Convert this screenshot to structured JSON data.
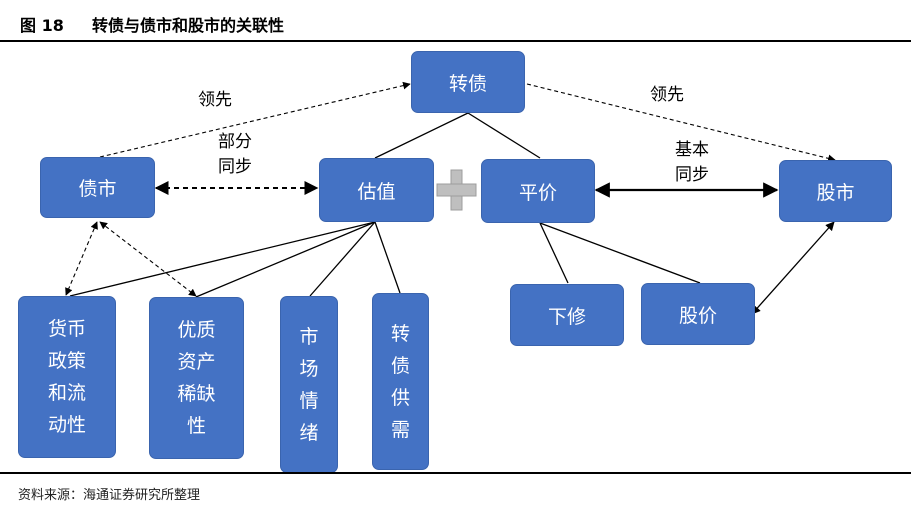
{
  "figure": {
    "number": "图 18",
    "title": "转债与债市和股市的关联性",
    "source": "资料来源：海通证券研究所整理"
  },
  "nodes": {
    "convertible_bond": "转债",
    "bond_market": "债市",
    "valuation": "估值",
    "parity": "平价",
    "stock_market": "股市",
    "down_revision": "下修",
    "stock_price": "股价",
    "monetary_policy": "货币\n政策\n和流\n动性",
    "quality_asset_scarcity": "优质\n资产\n稀缺\n性",
    "market_sentiment": "市\n场\n情\n绪",
    "cb_supply_demand": "转\n债\n供\n需"
  },
  "labels": {
    "lead_left": "领先",
    "lead_right": "领先",
    "partial_sync": "部分\n同步",
    "basic_sync": "基本\n同步",
    "plus_sign": "+"
  },
  "colors": {
    "box_fill": "#4472c4",
    "box_text": "#ffffff",
    "line": "#000000",
    "plus_fill": "#bfbfbf"
  }
}
